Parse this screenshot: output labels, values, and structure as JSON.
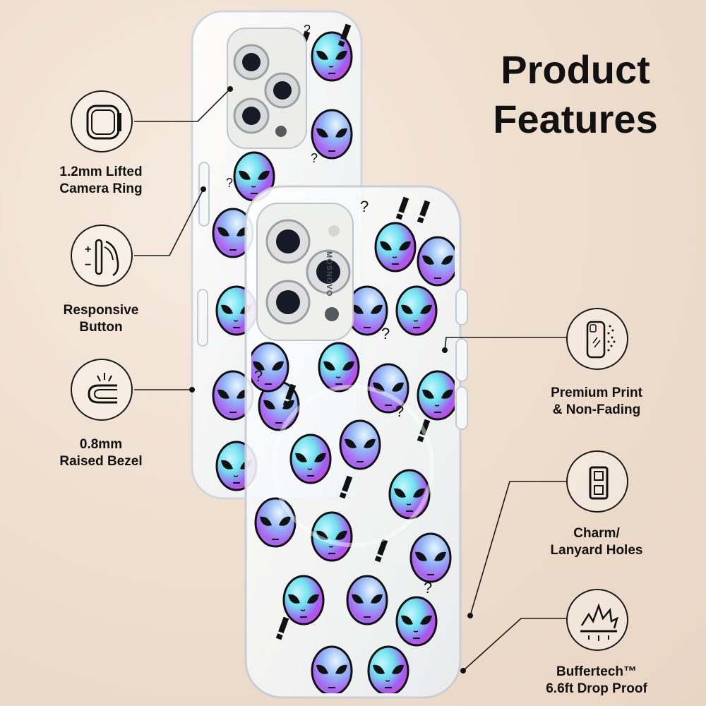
{
  "title": {
    "line1": "Product",
    "line2": "Features"
  },
  "brand": {
    "print_text": "MOSNOVO"
  },
  "features": [
    {
      "id": "camera-ring",
      "icon": "camera-ring-icon",
      "line1": "1.2mm Lifted",
      "line2": "Camera Ring"
    },
    {
      "id": "responsive-button",
      "icon": "responsive-button-icon",
      "line1": "Responsive",
      "line2": "Button"
    },
    {
      "id": "raised-bezel",
      "icon": "raised-bezel-icon",
      "line1": "0.8mm",
      "line2": "Raised Bezel"
    },
    {
      "id": "premium-print",
      "icon": "premium-print-icon",
      "line1": "Premium Print",
      "line2": "& Non-Fading"
    },
    {
      "id": "lanyard-holes",
      "icon": "lanyard-holes-icon",
      "line1": "Charm/",
      "line2": "Lanyard Holes"
    },
    {
      "id": "drop-proof",
      "icon": "drop-proof-icon",
      "line1": "Buffertech™",
      "line2": "6.6ft Drop Proof"
    }
  ],
  "colors": {
    "text": "#111111",
    "line": "#1a1a1a",
    "alien_cyan": "#6fe3ee",
    "alien_purple": "#a45cf0",
    "alien_magenta": "#e23ad6"
  }
}
